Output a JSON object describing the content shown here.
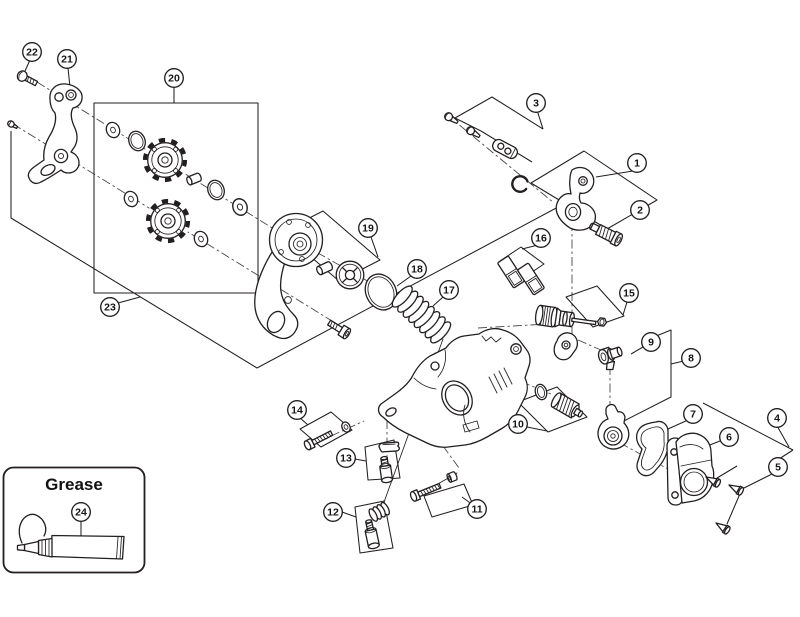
{
  "diagram": {
    "background": "#ffffff",
    "line_color": "#231f20",
    "grease_box": {
      "label": "Grease"
    },
    "callouts": {
      "c1": "1",
      "c2": "2",
      "c3": "3",
      "c4": "4",
      "c5": "5",
      "c6": "6",
      "c7": "7",
      "c8": "8",
      "c9": "9",
      "c10": "10",
      "c11": "11",
      "c12": "12",
      "c13": "13",
      "c14": "14",
      "c15": "15",
      "c16": "16",
      "c17": "17",
      "c18": "18",
      "c19": "19",
      "c20": "20",
      "c21": "21",
      "c22": "22",
      "c23": "23",
      "c24": "24"
    }
  }
}
